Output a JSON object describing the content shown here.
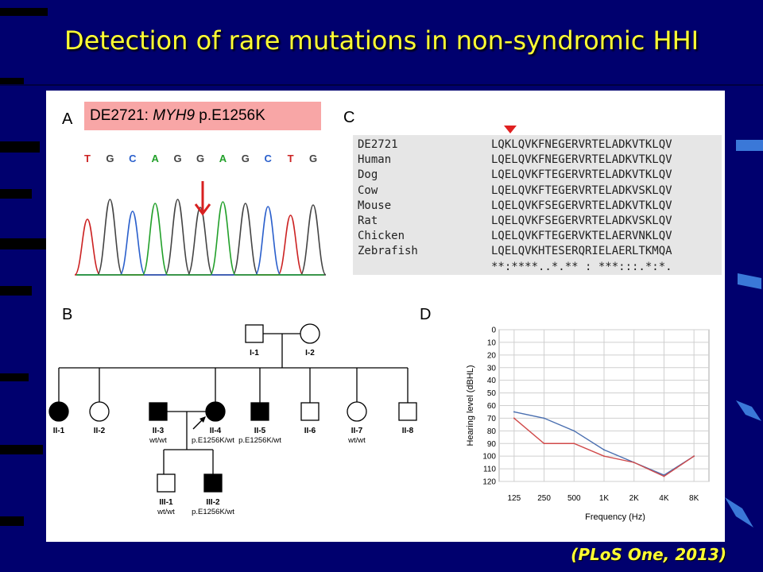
{
  "slide": {
    "title": "Detection of rare mutations in non-syndromic HHI",
    "citation": "(PLoS One, 2013)",
    "colors": {
      "background": "#00006e",
      "title": "#ffff33",
      "mutation_label_bg": "#f8a6a6"
    }
  },
  "panel_a": {
    "letter": "A",
    "label_prefix": "DE2721: ",
    "label_gene": "MYH9",
    "label_variant": " p.E1256K",
    "bases": [
      {
        "base": "T",
        "color": "#cc2222"
      },
      {
        "base": "G",
        "color": "#444444"
      },
      {
        "base": "C",
        "color": "#2a5fcc"
      },
      {
        "base": "A",
        "color": "#22a02a"
      },
      {
        "base": "G",
        "color": "#444444"
      },
      {
        "base": "G",
        "color": "#444444"
      },
      {
        "base": "A",
        "color": "#22a02a"
      },
      {
        "base": "G",
        "color": "#444444"
      },
      {
        "base": "C",
        "color": "#2a5fcc"
      },
      {
        "base": "T",
        "color": "#cc2222"
      },
      {
        "base": "G",
        "color": "#444444"
      }
    ]
  },
  "panel_b": {
    "letter": "B",
    "individuals": [
      {
        "id": "I-1",
        "sex": "male",
        "affected": false,
        "genotype": "",
        "proband": false
      },
      {
        "id": "I-2",
        "sex": "female",
        "affected": false,
        "genotype": "",
        "proband": false
      },
      {
        "id": "II-1",
        "sex": "female",
        "affected": true,
        "genotype": "",
        "proband": false
      },
      {
        "id": "II-2",
        "sex": "female",
        "affected": false,
        "genotype": "",
        "proband": false
      },
      {
        "id": "II-3",
        "sex": "male",
        "affected": true,
        "genotype": "wt/wt",
        "proband": false
      },
      {
        "id": "II-4",
        "sex": "female",
        "affected": true,
        "genotype": "p.E1256K/wt",
        "proband": true
      },
      {
        "id": "II-5",
        "sex": "male",
        "affected": true,
        "genotype": "p.E1256K/wt",
        "proband": false
      },
      {
        "id": "II-6",
        "sex": "male",
        "affected": false,
        "genotype": "",
        "proband": false
      },
      {
        "id": "II-7",
        "sex": "female",
        "affected": false,
        "genotype": "wt/wt",
        "proband": false
      },
      {
        "id": "II-8",
        "sex": "male",
        "affected": false,
        "genotype": "",
        "proband": false
      },
      {
        "id": "III-1",
        "sex": "male",
        "affected": false,
        "genotype": "wt/wt",
        "proband": false
      },
      {
        "id": "III-2",
        "sex": "male",
        "affected": true,
        "genotype": "p.E1256K/wt",
        "proband": false
      }
    ]
  },
  "panel_c": {
    "letter": "C",
    "rows": [
      {
        "species": "DE2721",
        "sequence": "LQKLQVKFNEGERVRTELADKVTKLQV"
      },
      {
        "species": "Human",
        "sequence": "LQELQVKFNEGERVRTELADKVTKLQV"
      },
      {
        "species": "Dog",
        "sequence": "LQELQVKFTEGERVRTELADKVTKLQV"
      },
      {
        "species": "Cow",
        "sequence": "LQELQVKFTEGERVRTELADKVSKLQV"
      },
      {
        "species": "Mouse",
        "sequence": "LQELQVKFSEGERVRTELADKVTKLQV"
      },
      {
        "species": "Rat",
        "sequence": "LQELQVKFSEGERVRTELADKVSKLQV"
      },
      {
        "species": "Chicken",
        "sequence": "LQELQVKFTEGERVKTELAERVNKLQV"
      },
      {
        "species": "Zebrafish",
        "sequence": "LQELQVKHTESERQRIELAERLTKMQA"
      },
      {
        "species": "",
        "sequence": "**:****..*.** : ***:::.*:*."
      }
    ],
    "marker_color": "#e02020"
  },
  "panel_d": {
    "letter": "D"
  },
  "chart_data": {
    "type": "line",
    "title": "",
    "xlabel": "Frequency (Hz)",
    "ylabel": "Hearing level (dBHL)",
    "categories": [
      "125",
      "250",
      "500",
      "1K",
      "2K",
      "4K",
      "8K"
    ],
    "ylim": [
      0,
      120
    ],
    "y_inverted": true,
    "y_ticks": [
      0,
      10,
      20,
      30,
      40,
      50,
      60,
      70,
      80,
      90,
      100,
      110,
      120
    ],
    "grid": true,
    "series": [
      {
        "color": "#4a6fb0",
        "values": [
          65,
          70,
          80,
          95,
          105,
          115,
          100
        ]
      },
      {
        "color": "#d04a4a",
        "values": [
          70,
          90,
          90,
          100,
          105,
          116,
          100
        ]
      }
    ]
  }
}
